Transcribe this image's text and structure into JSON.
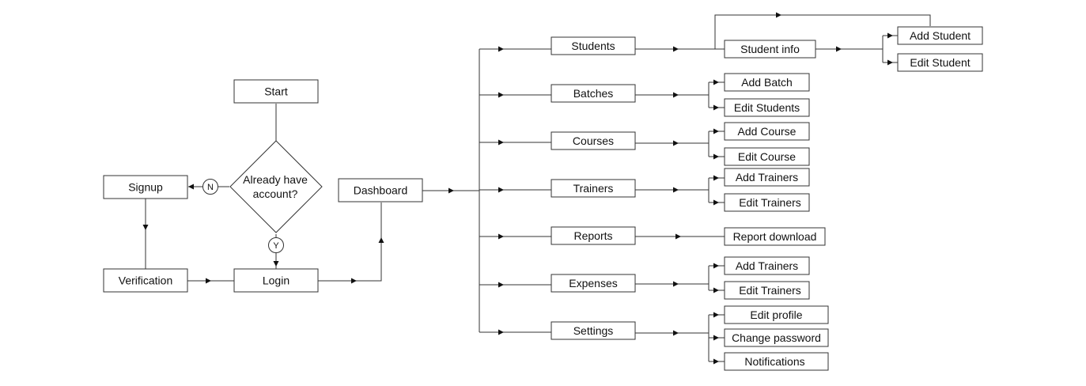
{
  "nodes": {
    "start": "Start",
    "decision": [
      "Already have",
      "account?"
    ],
    "signup": "Signup",
    "verification": "Verification",
    "login": "Login",
    "dashboard": "Dashboard",
    "students": "Students",
    "batches": "Batches",
    "courses": "Courses",
    "trainers": "Trainers",
    "reports": "Reports",
    "expenses": "Expenses",
    "settings": "Settings",
    "student_info": "Student info",
    "add_student": "Add Student",
    "edit_student": "Edit Student",
    "add_batch": "Add Batch",
    "edit_students": "Edit Students",
    "add_course": "Add Course",
    "edit_course": "Edit Course",
    "add_trainers": "Add Trainers",
    "edit_trainers": "Edit Trainers",
    "report_download": "Report download",
    "expenses_add_trainers": "Add Trainers",
    "expenses_edit_trainers": "Edit Trainers",
    "edit_profile": "Edit profile",
    "change_password": "Change password",
    "notifications": "Notifications"
  },
  "edge_labels": {
    "no": "N",
    "yes": "Y"
  },
  "colors": {
    "stroke": "#333333",
    "text": "#111111",
    "background": "#ffffff"
  }
}
